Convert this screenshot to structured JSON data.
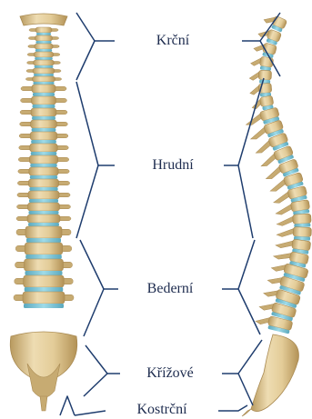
{
  "regions": [
    {
      "name": "Krční"
    },
    {
      "name": "Hrudní"
    },
    {
      "name": "Bederní"
    },
    {
      "name": "Křížové"
    },
    {
      "name": "Kostrční"
    }
  ],
  "colors": {
    "bone": "#e6d1a3",
    "bone_shade": "#c7ab72",
    "bone_dark": "#a98a52",
    "disc": "#7ec6d8",
    "bracket": "#1f3d6e",
    "label": "#1e2c4f"
  }
}
